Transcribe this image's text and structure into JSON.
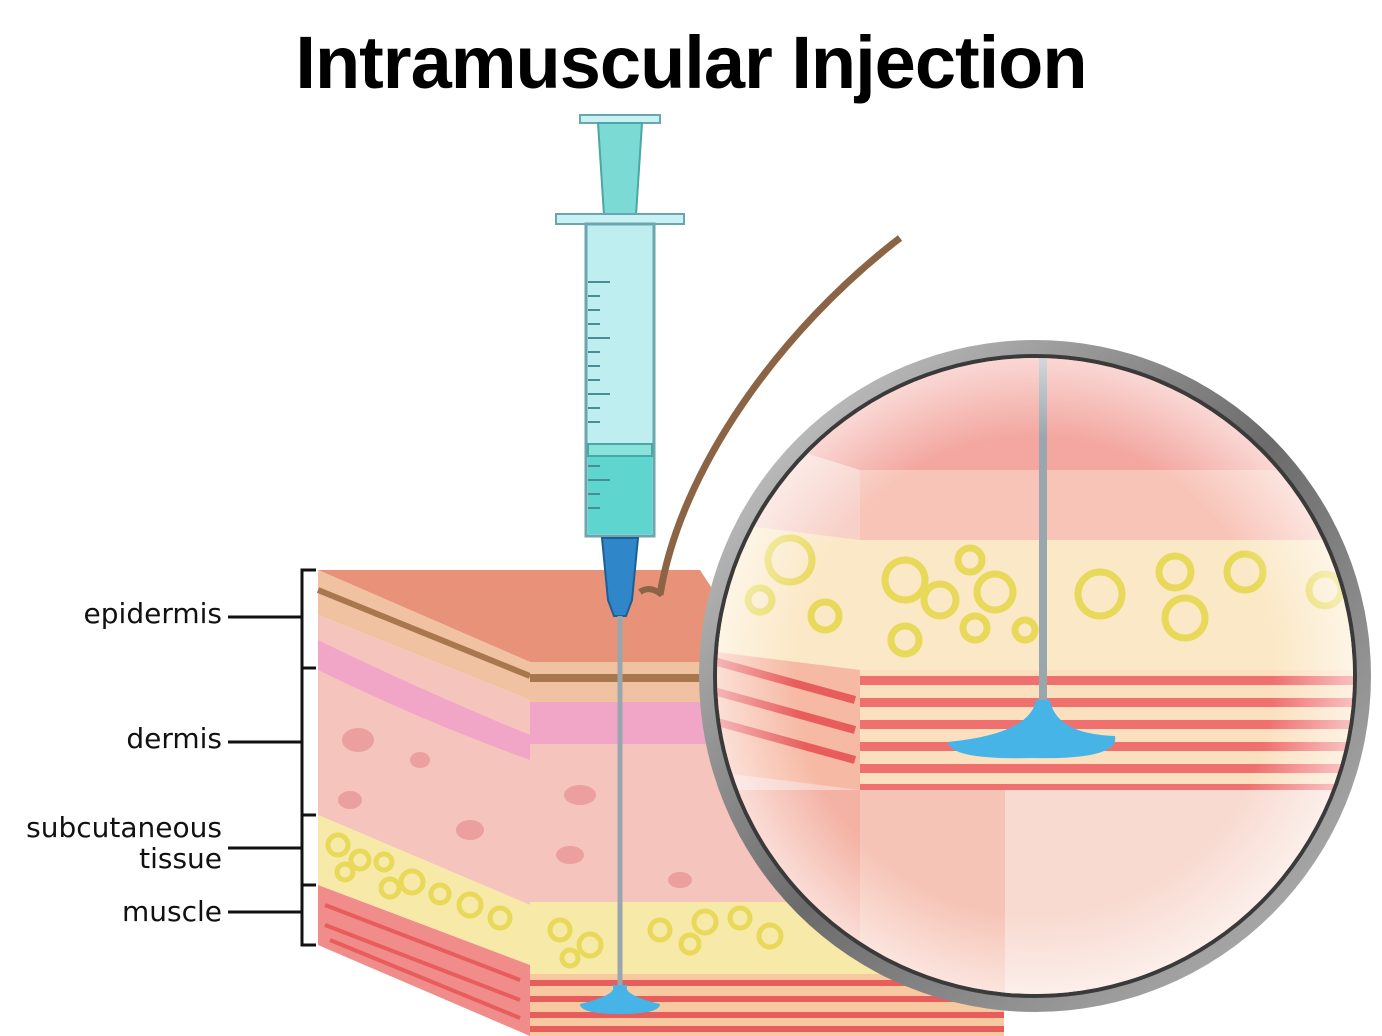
{
  "title": "Intramuscular Injection",
  "labels": {
    "epidermis": "epidermis",
    "dermis": "dermis",
    "subcutaneous_line1": "subcutaneous",
    "subcutaneous_line2": "tissue",
    "muscle": "muscle"
  },
  "colors": {
    "skin_top": "#e8927a",
    "epidermis": "#f0b49a",
    "dermis": "#f5c4bc",
    "fat": "#f7e9a8",
    "fat_cell": "#e8d95a",
    "muscle": "#f08c8a",
    "muscle_stripe": "#e85c5c",
    "hair": "#8a6445",
    "syringe_glass": "#bfeef0",
    "syringe_liquid": "#5ed6cf",
    "needle_hub": "#2f86c9",
    "drug": "#46b4e6",
    "lens_rim": "#6e6e6e"
  }
}
